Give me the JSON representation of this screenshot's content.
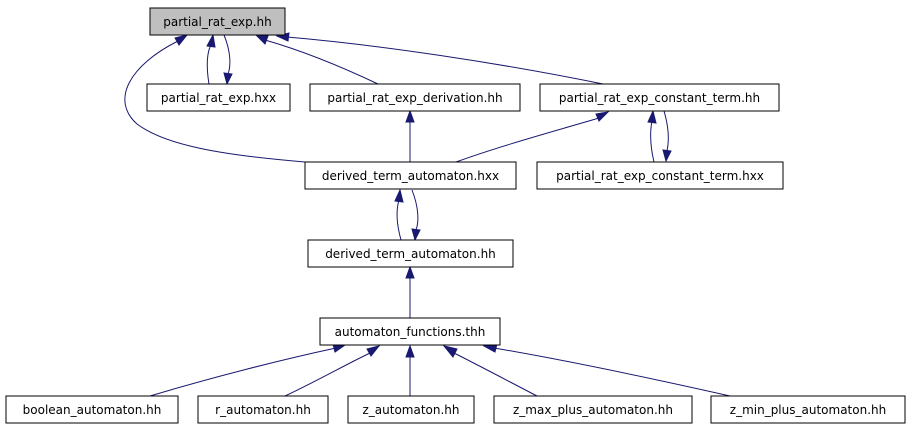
{
  "colors": {
    "edge": "#191970",
    "root_fill": "#bfbfbf",
    "node_fill": "#ffffff",
    "node_border": "#000000"
  },
  "nodes": {
    "partial_rat_exp_hh": "partial_rat_exp.hh",
    "partial_rat_exp_hxx": "partial_rat_exp.hxx",
    "partial_rat_exp_derivation_hh": "partial_rat_exp_derivation.hh",
    "partial_rat_exp_constant_term_hh": "partial_rat_exp_constant_term.hh",
    "derived_term_automaton_hxx": "derived_term_automaton.hxx",
    "partial_rat_exp_constant_term_hxx": "partial_rat_exp_constant_term.hxx",
    "derived_term_automaton_hh": "derived_term_automaton.hh",
    "automaton_functions_thh": "automaton_functions.thh",
    "boolean_automaton_hh": "boolean_automaton.hh",
    "r_automaton_hh": "r_automaton.hh",
    "z_automaton_hh": "z_automaton.hh",
    "z_max_plus_automaton_hh": "z_max_plus_automaton.hh",
    "z_min_plus_automaton_hh": "z_min_plus_automaton.hh"
  }
}
